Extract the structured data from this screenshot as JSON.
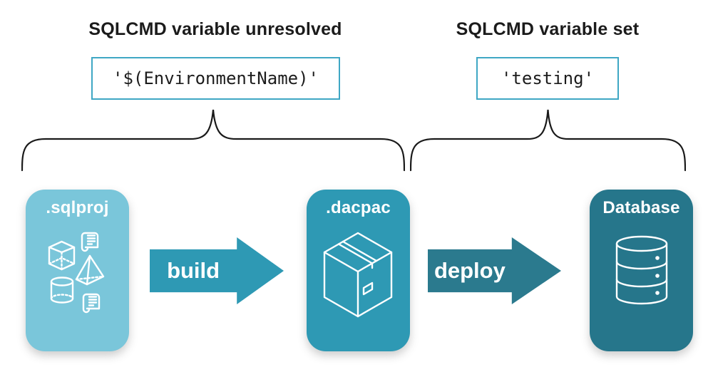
{
  "annotations": {
    "left": {
      "heading": "SQLCMD variable unresolved",
      "code": "'$(EnvironmentName)'"
    },
    "right": {
      "heading": "SQLCMD variable set",
      "code": "'testing'"
    }
  },
  "pipeline": {
    "nodes": [
      {
        "label": ".sqlproj",
        "color": "#7ac6da",
        "icon": "sql-objects-icon"
      },
      {
        "label": ".dacpac",
        "color": "#2e99b4",
        "icon": "package-icon"
      },
      {
        "label": "Database",
        "color": "#26768b",
        "icon": "database-icon"
      }
    ],
    "arrows": [
      {
        "label": "build",
        "color": "#2e99b4"
      },
      {
        "label": "deploy",
        "color": "#2b7a8e"
      }
    ]
  },
  "colors": {
    "background": "#ffffff",
    "code_box_border": "#3fa7c4",
    "heading_text": "#1b1b1b",
    "brace_stroke": "#1a1a1a",
    "node_text": "#ffffff",
    "arrow_text": "#ffffff"
  }
}
